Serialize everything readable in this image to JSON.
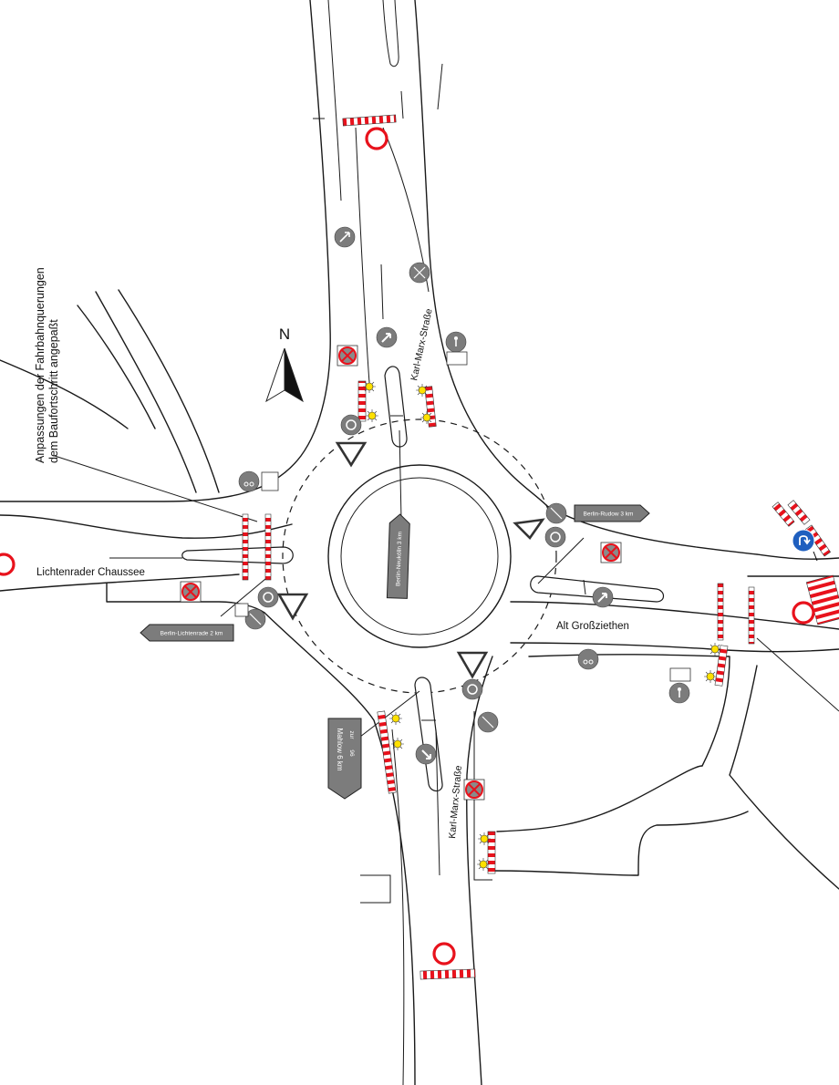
{
  "streets": {
    "lichtenrader": "Lichtenrader Chaussee",
    "alt_grossziethen": "Alt Großziethen",
    "karl_marx_north": "Karl-Marx-Straße",
    "karl_marx_south": "Karl-Marx-Straße"
  },
  "annotation": {
    "line1": "Anpassungen der Fahrbahnquerungen",
    "line2": "dem Baufortschritt angepaßt"
  },
  "north_label": "N",
  "direction_signs": {
    "neukoelln": "Berlin-Neukölln 3 km",
    "rudow": "Berlin-Rudow 3 km",
    "lichtenrade": "Berlin-Lichtenrade 2 km",
    "mahlow_zur": "zur",
    "mahlow_route": "96",
    "mahlow_dest": "Mahlow 6 km"
  },
  "colors": {
    "barrier_red": "#e8121c",
    "sign_gray": "#7c7c7c",
    "sign_blue": "#1f5fbf",
    "line": "#1a1a1a"
  },
  "icons": [
    "no-entry-icon",
    "no-stopping-icon",
    "yield-sign-icon",
    "roundabout-icon",
    "turn-arrow-icon",
    "cyclist-icon",
    "pedestrian-icon",
    "warning-light-icon",
    "mandatory-direction-icon",
    "north-arrow-icon"
  ]
}
